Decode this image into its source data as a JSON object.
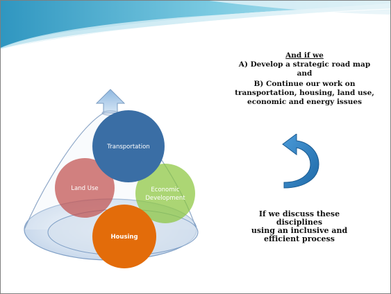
{
  "slide": {
    "colors": {
      "header_dark": "#3fa3c9",
      "header_light": "#c6e8f2",
      "transportation": "#3a6ea5",
      "land_use": "#c0504d",
      "economic_development": "#8cc63f",
      "housing": "#e36c0a",
      "arrow": "#2e7fc4",
      "cone": "#dce6f2"
    },
    "diagram": {
      "circles": [
        {
          "id": "transportation",
          "label": "Transportation"
        },
        {
          "id": "land-use",
          "label": "Land Use"
        },
        {
          "id": "economic-development",
          "label_line1": "Economic",
          "label_line2": "Development"
        },
        {
          "id": "housing",
          "label": "Housing"
        }
      ]
    },
    "text_top": {
      "intro": "And if we",
      "item_a_line1": "A) Develop a strategic road map",
      "item_a_line2": "and",
      "item_b_line1": "B) Continue our work on",
      "item_b_line2": "transportation, housing, land use,",
      "item_b_line3": "economic and energy issues"
    },
    "text_bottom": {
      "line1": "If we discuss these",
      "line2": "disciplines",
      "line3": "using an inclusive and",
      "line4": "efficient process"
    }
  }
}
